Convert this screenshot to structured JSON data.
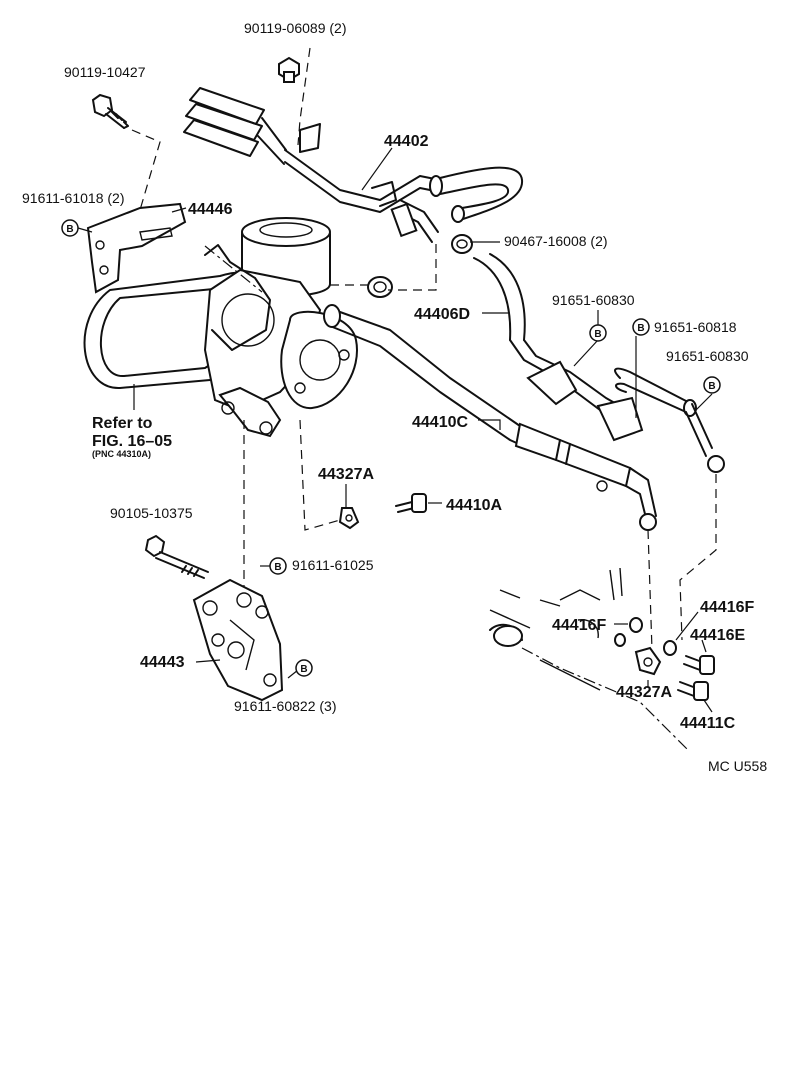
{
  "labels": {
    "p_90119_06089": "90119-06089 (2)",
    "p_90119_10427": "90119-10427",
    "p_44402": "44402",
    "p_91611_61018": "91611-61018 (2)",
    "p_44446": "44446",
    "p_90467_16008": "90467-16008 (2)",
    "p_44406D": "44406D",
    "p_91651_60830_a": "91651-60830",
    "p_91651_60818": "91651-60818",
    "p_91651_60830_b": "91651-60830",
    "p_44410C": "44410C",
    "p_44327A_a": "44327A",
    "p_44410A": "44410A",
    "p_90105_10375": "90105-10375",
    "p_91611_61025": "91611-61025",
    "p_44443": "44443",
    "p_91611_60822": "91611-60822 (3)",
    "p_44416F_a": "44416F",
    "p_44416F_b": "44416F",
    "p_44416E": "44416E",
    "p_44327A_b": "44327A",
    "p_44411C": "44411C",
    "refer_line1": "Refer to",
    "refer_line2": "FIG. 16–05",
    "refer_line3": "(PNC 44310A)",
    "figure_code": "MC U558"
  },
  "badge_letter": "B"
}
